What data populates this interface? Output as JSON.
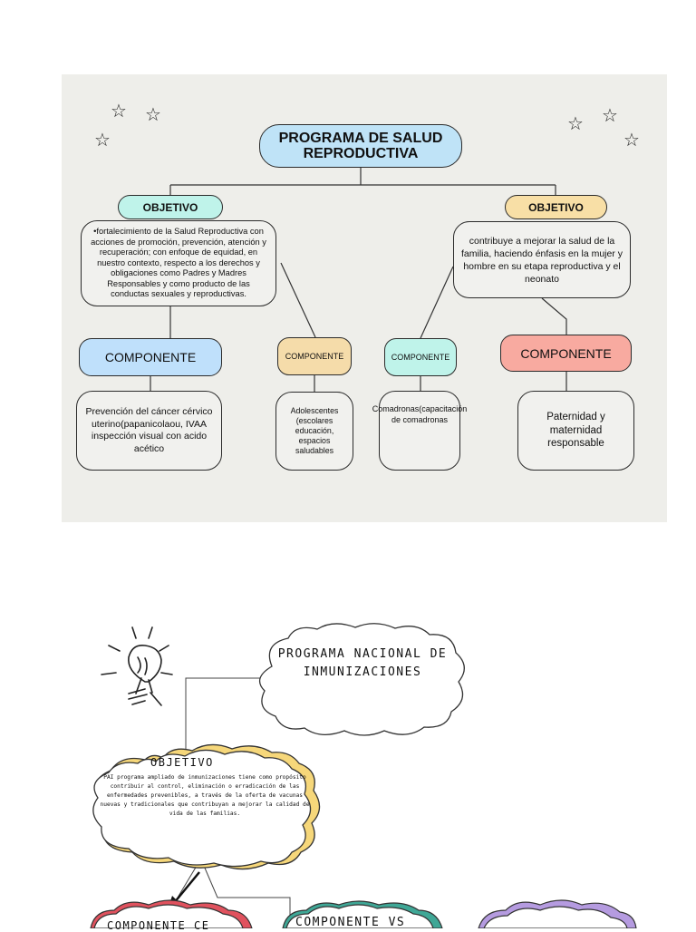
{
  "diagram1": {
    "title": "PROGRAMA DE SALUD REPRODUCTIVA",
    "objective_left": {
      "label": "OBJETIVO",
      "text": "•fortalecimiento de la Salud Reproductiva con acciones de promoción, prevención, atención y recuperación; con enfoque de equidad, en nuestro contexto, respecto a los derechos y obligaciones como Padres y Madres Responsables y como producto de las conductas sexuales y reproductivas."
    },
    "objective_right": {
      "label": "OBJETIVO",
      "text": "contribuye a mejorar la salud de la familia, haciendo énfasis en la mujer y hombre en su etapa reproductiva y el neonato"
    },
    "components": [
      {
        "label": "COMPONENTE",
        "text": "Prevención del cáncer cérvico uterino(papanicolaou, IVAA inspección visual con acido acético",
        "color": "#bfe0fb"
      },
      {
        "label": "COMPONENTE",
        "text": "Adolescentes (escolares educación, espacios saludables",
        "color": "#f5dcaa"
      },
      {
        "label": "COMPONENTE",
        "text": "Comadronas(capacitación de comadronas",
        "color": "#bff3ea"
      },
      {
        "label": "COMPONENTE",
        "text": "Paternidad y maternidad responsable",
        "color": "#f8aaa0"
      }
    ]
  },
  "diagram2": {
    "title": "PROGRAMA NACIONAL DE INMUNIZACIONES",
    "objective": {
      "label": "OBJETIVO",
      "text": "PAI programa ampliado de inmunizaciones tiene como propósito contribuir al control, eliminación o erradicación de las enfermedades prevenibles, a través de la oferta de vacunas nuevas y tradicionales que contribuyan a mejorar la calidad de vida de las familias."
    },
    "component_a": "COMPONENTE CE",
    "component_b": "COMPONENTE VS",
    "icons": [
      "lightbulb-icon",
      "star-icon"
    ]
  }
}
